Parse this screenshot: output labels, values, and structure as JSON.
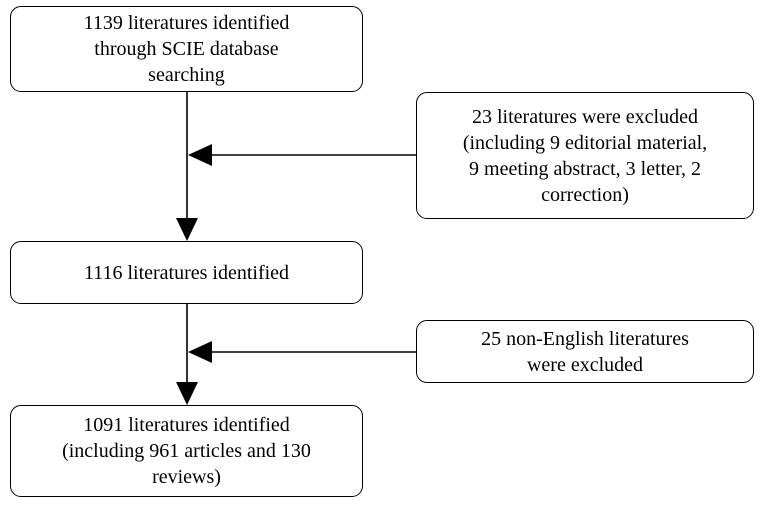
{
  "boxes": {
    "identified_scie": "1139 literatures identified\nthrough SCIE database\nsearching",
    "excluded_types": "23 literatures were excluded\n(including 9 editorial material,\n9 meeting abstract, 3 letter, 2\ncorrection)",
    "identified_1116": "1116 literatures identified",
    "excluded_language": "25 non-English literatures\nwere excluded",
    "identified_final": "1091 literatures identified\n(including 961 articles and 130\nreviews)"
  },
  "colors": {
    "line": "#000000",
    "box_border": "#000000",
    "background": "#ffffff"
  }
}
